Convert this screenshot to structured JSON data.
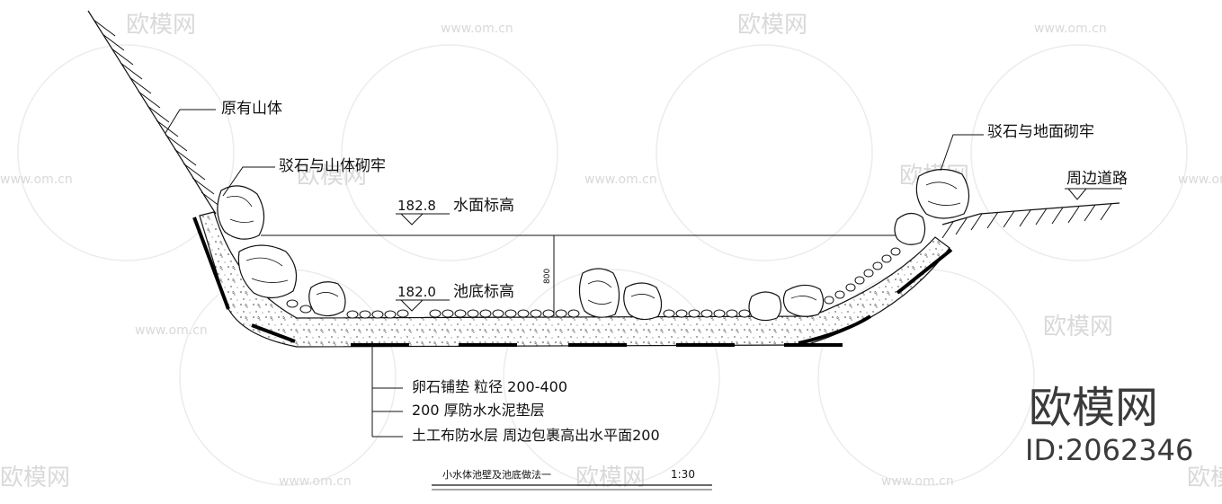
{
  "labels": {
    "original_mountain": "原有山体",
    "boulder_mountain_build": "驳石与山体砌牢",
    "boulder_ground_build": "驳石与地面砌牢",
    "surrounding_road": "周边道路",
    "water_level_value": "182.8",
    "water_level_label": "水面标高",
    "pond_bottom_value": "182.0",
    "pond_bottom_label": "池底标高",
    "depth_dim": "800"
  },
  "callouts": [
    "卵石铺垫  粒径 200-400",
    "200   厚防水水泥垫层",
    "土工布防水层  周边包裹高出水平面200"
  ],
  "title_block": {
    "title": "小水体池壁及池底做法一",
    "scale": "1:30"
  },
  "watermark": {
    "brand": "欧模网",
    "site": "www.om.cn",
    "id": "ID:2062346"
  }
}
